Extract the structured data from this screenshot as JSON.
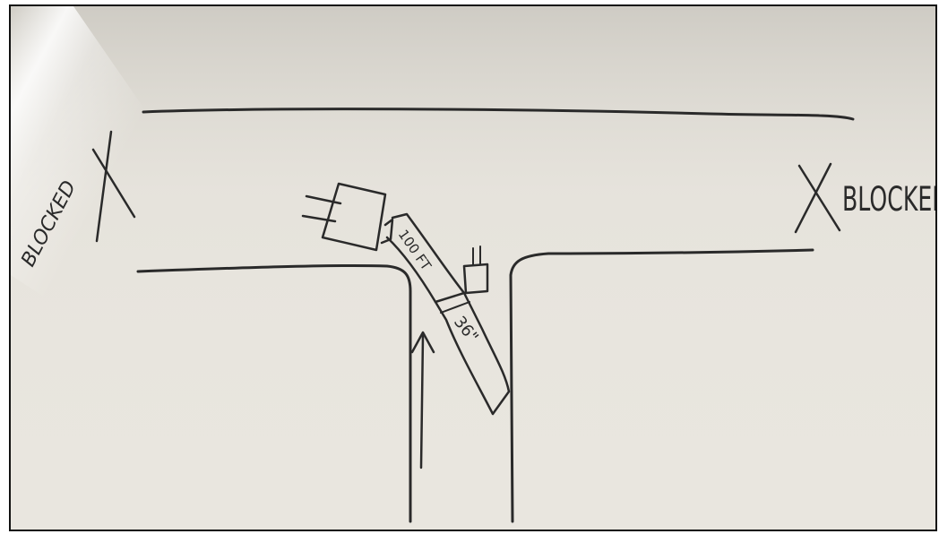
{
  "diagram": {
    "labels": {
      "blocked_left": "BLOCKED",
      "blocked_right": "BLOCKED",
      "length": "100 FT",
      "width": "36\""
    },
    "colors": {
      "board": "#e9e6df",
      "ink": "#2a2a2a",
      "glare": "#ffffff"
    },
    "icons": [
      "x-mark-icon",
      "truck-icon",
      "arrow-up-icon",
      "hydrant-icon"
    ]
  }
}
